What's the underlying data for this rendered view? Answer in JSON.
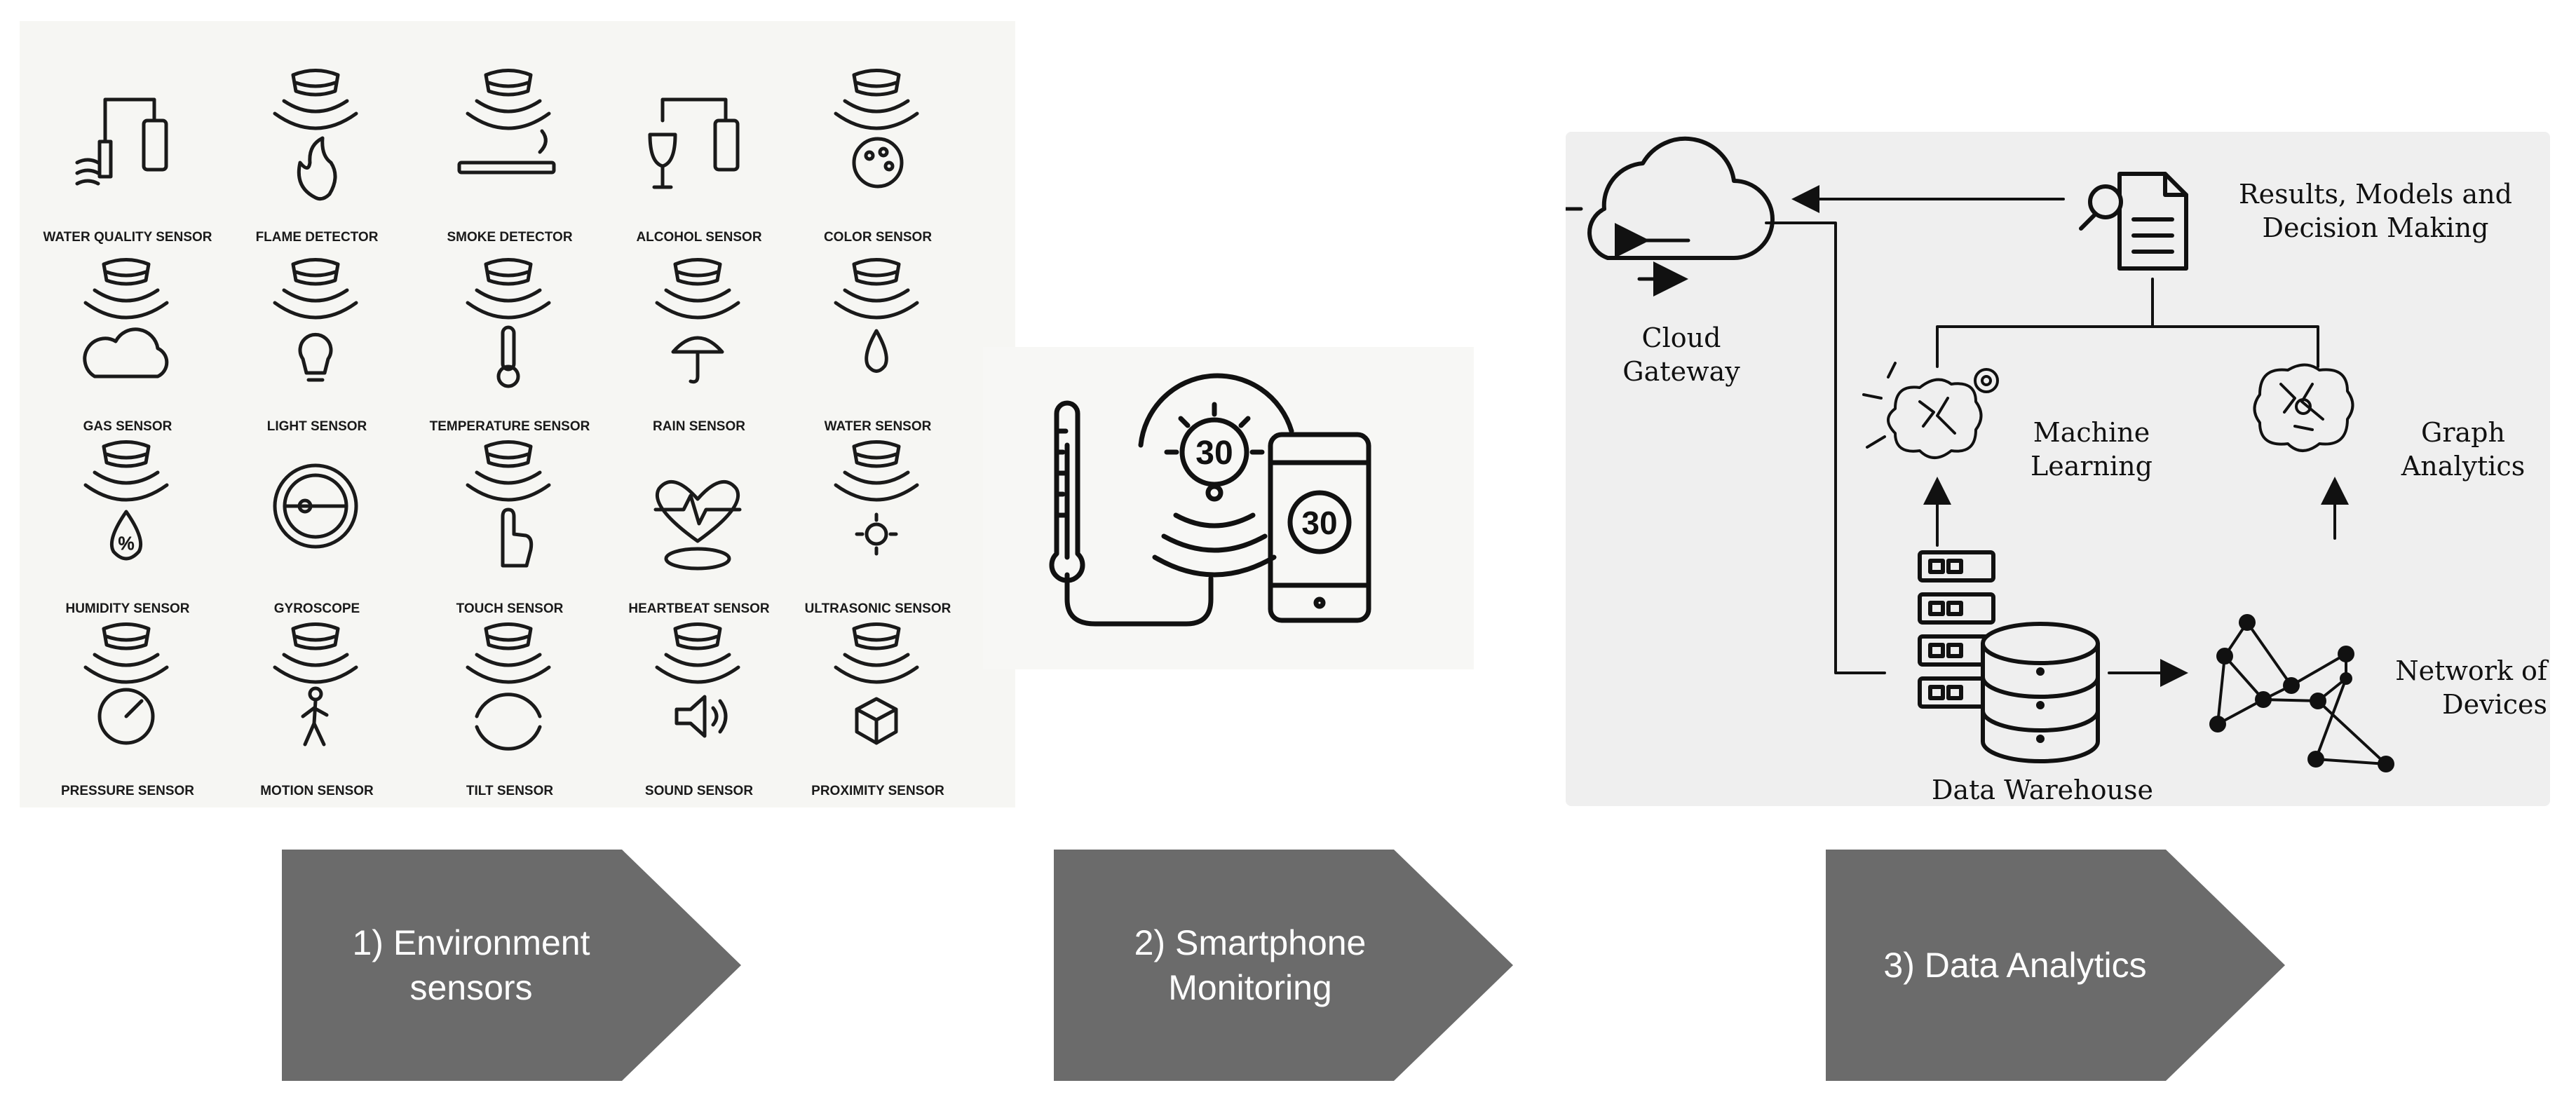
{
  "sensors": [
    {
      "label": "WATER QUALITY SENSOR",
      "icon": "water-quality-icon"
    },
    {
      "label": "FLAME DETECTOR",
      "icon": "flame-icon"
    },
    {
      "label": "SMOKE DETECTOR",
      "icon": "smoke-icon"
    },
    {
      "label": "ALCOHOL SENSOR",
      "icon": "alcohol-icon"
    },
    {
      "label": "COLOR SENSOR",
      "icon": "palette-icon"
    },
    {
      "label": "GAS SENSOR",
      "icon": "co2-cloud-icon"
    },
    {
      "label": "LIGHT SENSOR",
      "icon": "light-bulb-icon"
    },
    {
      "label": "TEMPERATURE SENSOR",
      "icon": "thermometer-icon"
    },
    {
      "label": "RAIN SENSOR",
      "icon": "umbrella-icon"
    },
    {
      "label": "WATER SENSOR",
      "icon": "water-drop-icon"
    },
    {
      "label": "HUMIDITY SENSOR",
      "icon": "humidity-drop-icon"
    },
    {
      "label": "GYROSCOPE",
      "icon": "gyroscope-icon"
    },
    {
      "label": "TOUCH SENSOR",
      "icon": "touch-hand-icon"
    },
    {
      "label": "HEARTBEAT SENSOR",
      "icon": "heartbeat-icon"
    },
    {
      "label": "ULTRASONIC SENSOR",
      "icon": "ultrasonic-icon"
    },
    {
      "label": "PRESSURE SENSOR",
      "icon": "gauge-icon"
    },
    {
      "label": "MOTION SENSOR",
      "icon": "walking-person-icon"
    },
    {
      "label": "TILT SENSOR",
      "icon": "tilt-arrows-icon"
    },
    {
      "label": "SOUND SENSOR",
      "icon": "speaker-icon"
    },
    {
      "label": "PROXIMITY SENSOR",
      "icon": "cube-icon"
    }
  ],
  "phone": {
    "dial_value": "30",
    "phone_value": "30"
  },
  "analytics": {
    "cloud_label": "Cloud\nGateway",
    "results_label": "Results, Models and\nDecision Making",
    "ml_label": "Machine\nLearning",
    "graph_label": "Graph\nAnalytics",
    "network_label": "Network of\nDevices",
    "warehouse_label": "Data Warehouse"
  },
  "steps": [
    {
      "label": "1) Environment\nsensors"
    },
    {
      "label": "2) Smartphone\nMonitoring"
    },
    {
      "label": "3) Data Analytics"
    }
  ],
  "colors": {
    "arrow_fill": "#6b6b6b",
    "line": "#111111",
    "sensor_panel": "#f6f6f3",
    "analytics_panel": "#efefef"
  }
}
